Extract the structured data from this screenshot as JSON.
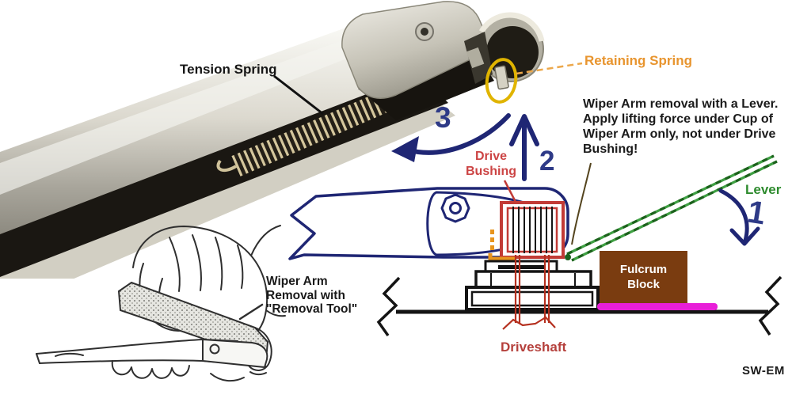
{
  "photo": {
    "tension_spring_label": "Tension Spring",
    "retaining_spring_label": "Retaining Spring"
  },
  "schematic": {
    "drive_bushing_label": [
      "Drive",
      "Bushing"
    ],
    "driveshaft_label": "Driveshaft",
    "fulcrum_block_label": [
      "Fulcrum",
      "Block"
    ],
    "lever_label": "Lever",
    "lever_note": [
      "Wiper Arm removal with a Lever.",
      "Apply lifting force under Cup of",
      "Wiper Arm only, not under Drive",
      "Bushing!"
    ],
    "steps": {
      "lever_down": "1",
      "pull_up": "2",
      "swing_off": "3"
    }
  },
  "hand_drawing": {
    "removal_note": [
      "Wiper Arm",
      "Removal with",
      "\"Removal Tool\""
    ]
  },
  "footer": {
    "watermark": "SW-EM"
  },
  "colors": {
    "schematic_navy": "#1f2674",
    "step_number_navy": "#2e3a87",
    "bushing_red": "#c23b36",
    "label_red": "#cc4444",
    "retaining_orange": "#e8952f",
    "highlight_yellow": "#e0b400",
    "lever_green": "#3fa043",
    "lever_green_dark": "#1c611c",
    "fulcrum_brown": "#7a3c10",
    "pad_magenta": "#e81fd8"
  }
}
